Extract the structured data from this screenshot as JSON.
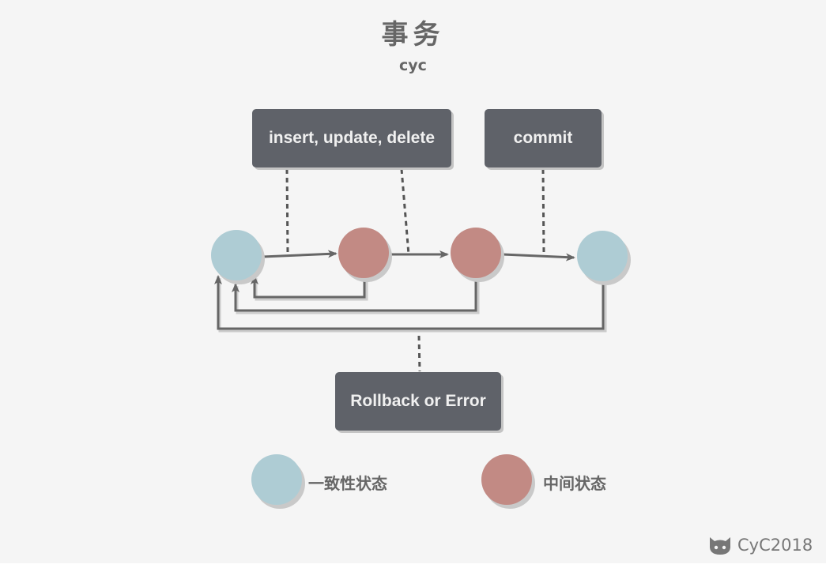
{
  "title": "事务",
  "subtitle": "cyc",
  "boxes": {
    "operations": "insert, update, delete",
    "commit": "commit",
    "rollback": "Rollback or Error"
  },
  "states": [
    {
      "kind": "consistent"
    },
    {
      "kind": "intermediate"
    },
    {
      "kind": "intermediate"
    },
    {
      "kind": "consistent"
    }
  ],
  "legend": {
    "consistent": "一致性状态",
    "intermediate": "中间状态"
  },
  "watermark": {
    "text": "CyC2018",
    "icon": "github-cat-icon"
  },
  "colors": {
    "consistent": "#aeccd4",
    "intermediate": "#c28a84",
    "box": "#5f6269",
    "line": "#666666",
    "background": "#f5f5f5"
  }
}
